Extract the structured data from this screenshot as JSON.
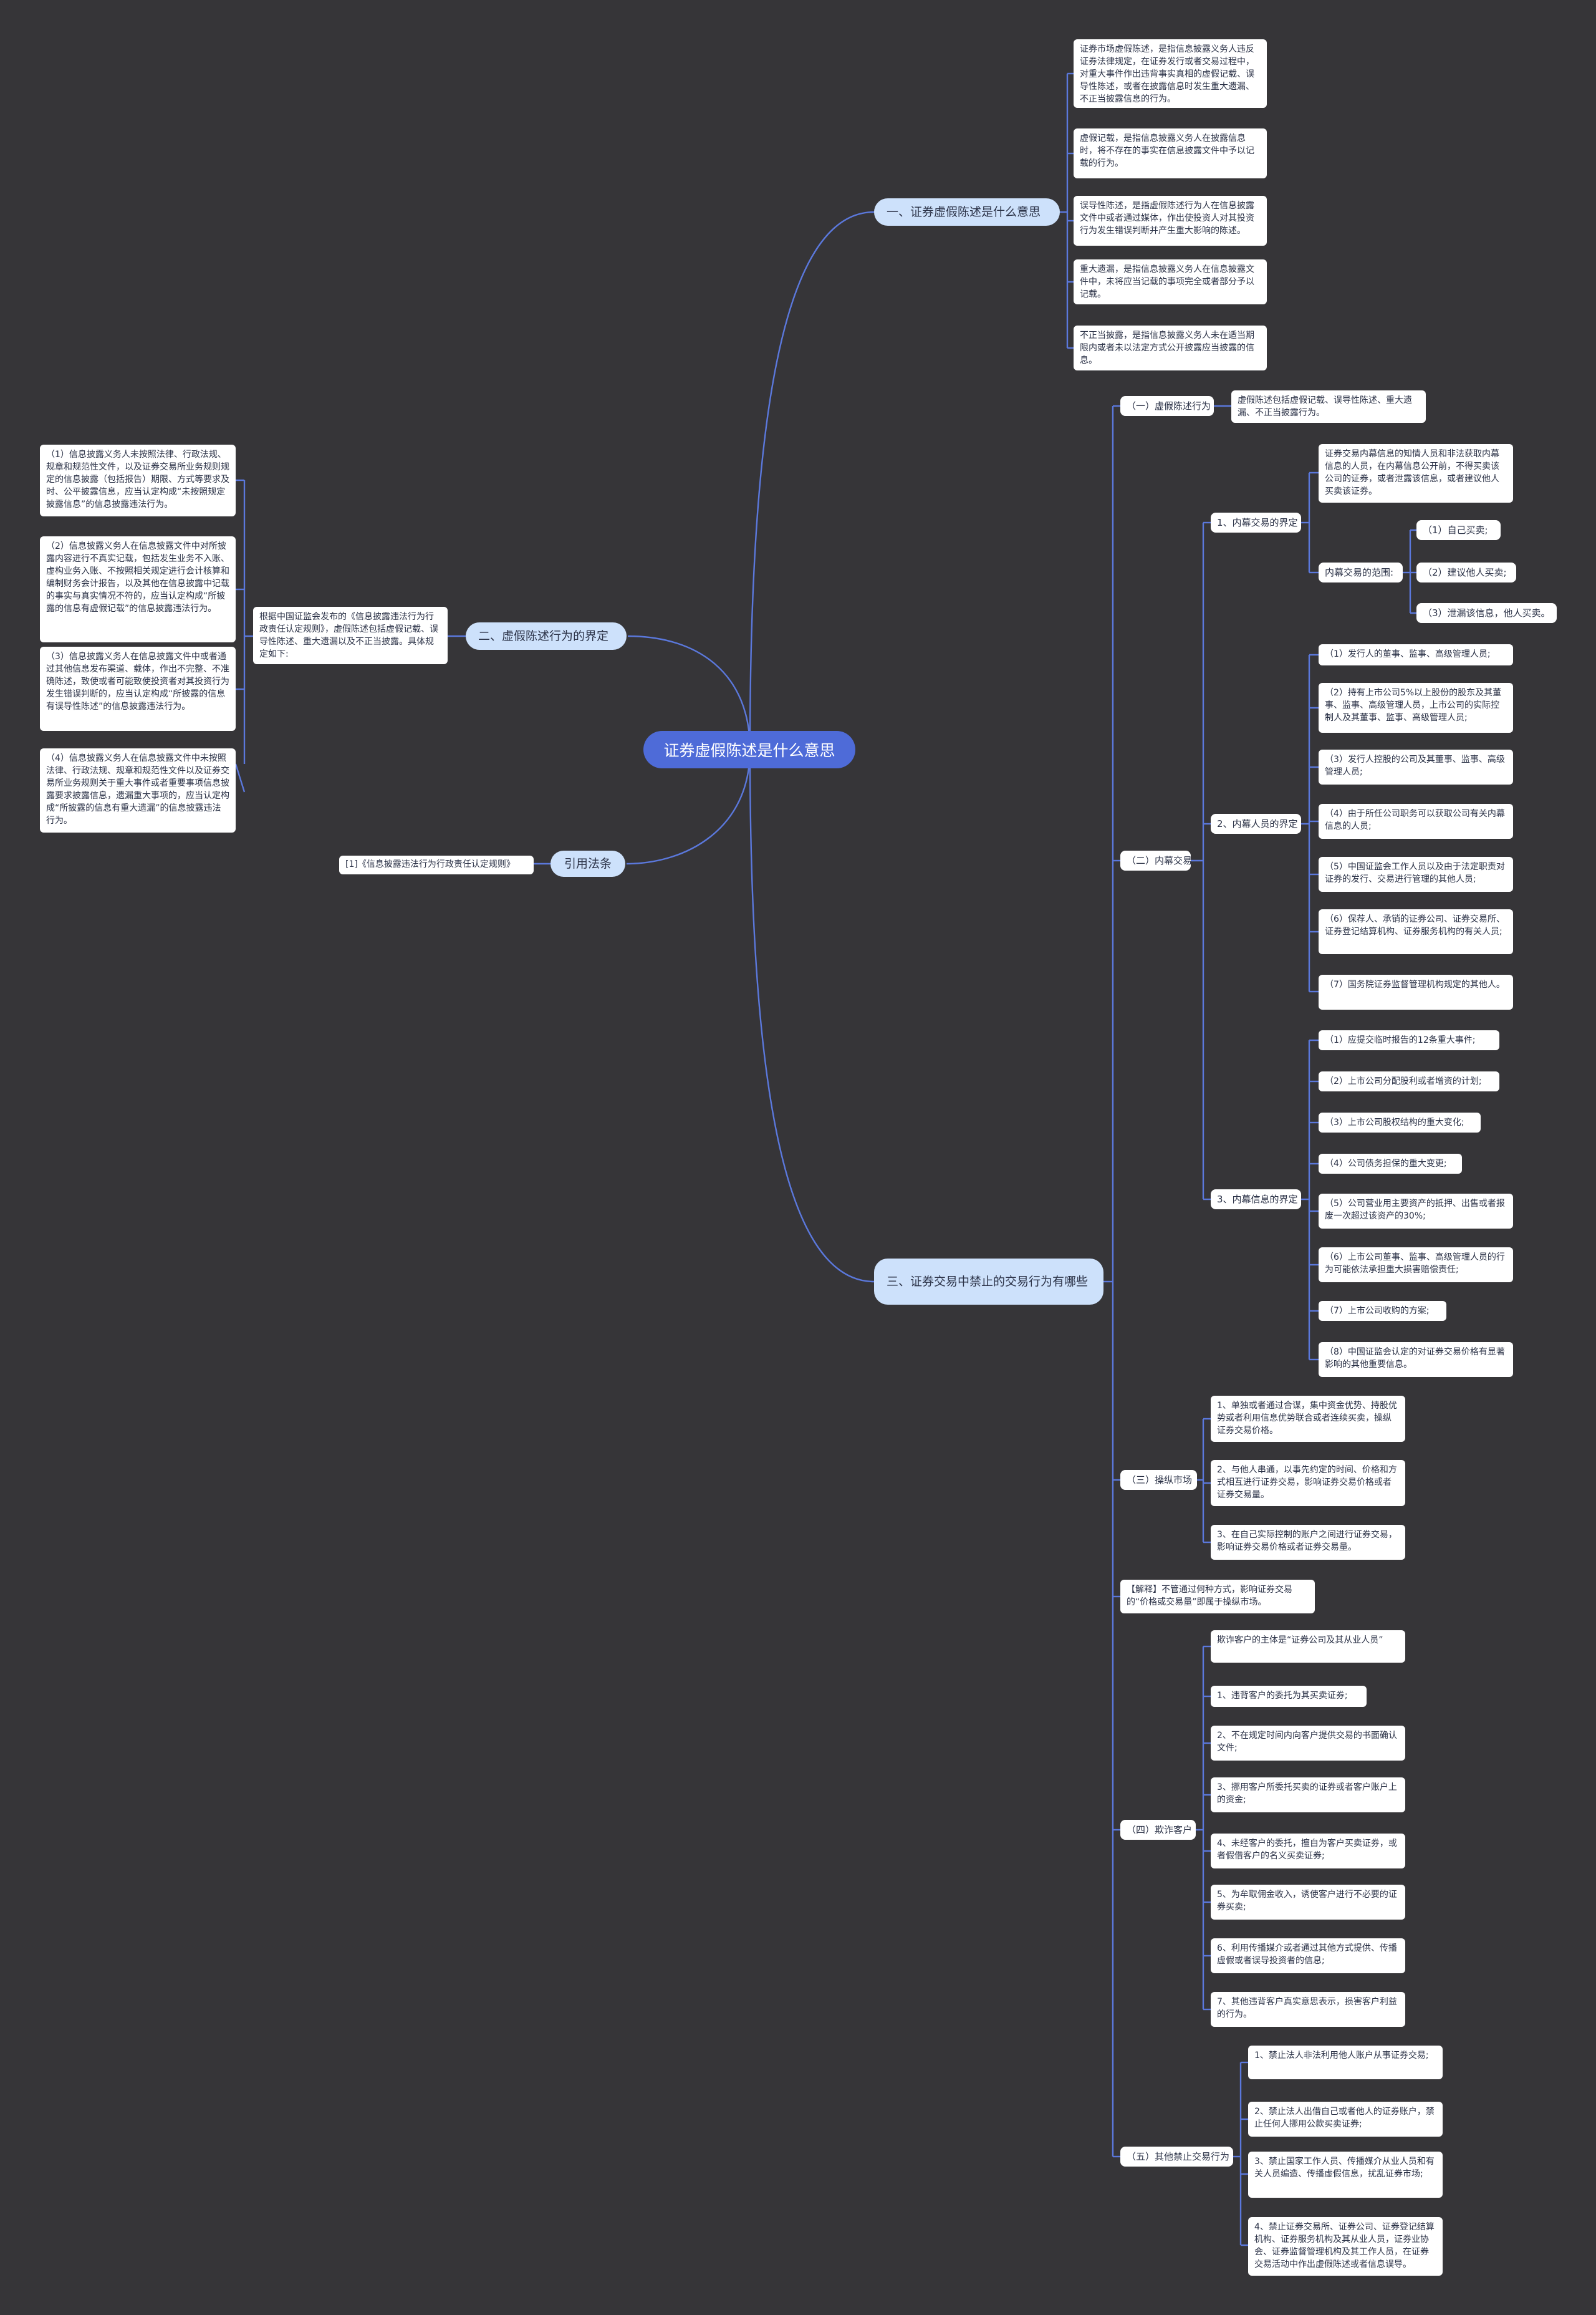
{
  "root": "证券虚假陈述是什么意思",
  "sec1": {
    "title": "一、证券虚假陈述是什么意思",
    "items": [
      "证券市场虚假陈述，是指信息披露义务人违反证券法律规定，在证券发行或者交易过程中，对重大事件作出违背事实真相的虚假记载、误导性陈述，或者在披露信息时发生重大遗漏、不正当披露信息的行为。",
      "虚假记载，是指信息披露义务人在披露信息时，将不存在的事实在信息披露文件中予以记载的行为。",
      "误导性陈述，是指虚假陈述行为人在信息披露文件中或者通过媒体，作出使投资人对其投资行为发生错误判断并产生重大影响的陈述。",
      "重大遗漏，是指信息披露义务人在信息披露文件中，未将应当记载的事项完全或者部分予以记载。",
      "不正当披露，是指信息披露义务人未在适当期限内或者未以法定方式公开披露应当披露的信息。"
    ]
  },
  "sec2": {
    "title": "二、虚假陈述行为的界定",
    "intro": "根据中国证监会发布的《信息披露违法行为行政责任认定规则》，虚假陈述包括虚假记载、误导性陈述、重大遗漏以及不正当披露。具体规定如下:",
    "items": [
      "（1）信息披露义务人未按照法律、行政法规、规章和规范性文件，以及证券交易所业务规则规定的信息披露（包括报告）期限、方式等要求及时、公平披露信息，应当认定构成“未按照规定披露信息”的信息披露违法行为。",
      "（2）信息披露义务人在信息披露文件中对所披露内容进行不真实记载，包括发生业务不入账、虚构业务入账、不按照相关规定进行会计核算和编制财务会计报告，以及其他在信息披露中记载的事实与真实情况不符的，应当认定构成“所披露的信息有虚假记载”的信息披露违法行为。",
      "（3）信息披露义务人在信息披露文件中或者通过其他信息发布渠道、载体，作出不完整、不准确陈述，致使或者可能致使投资者对其投资行为发生错误判断的，应当认定构成“所披露的信息有误导性陈述”的信息披露违法行为。",
      "（4）信息披露义务人在信息披露文件中未按照法律、行政法规、规章和规范性文件以及证券交易所业务规则关于重大事件或者重要事项信息披露要求披露信息，遗漏重大事项的，应当认定构成“所披露的信息有重大遗漏”的信息披露违法行为。"
    ]
  },
  "sec_ref": {
    "title": "引用法条",
    "item": "[1]《信息披露违法行为行政责任认定规则》"
  },
  "sec3": {
    "title": "三、证券交易中禁止的交易行为有哪些",
    "g1": {
      "label": "（一）虚假陈述行为",
      "item": "虚假陈述包括虚假记载、误导性陈述、重大遗漏、不正当披露行为。"
    },
    "g2": {
      "label": "（二）内幕交易",
      "a": {
        "label": "1、内幕交易的界定",
        "def": "证券交易内幕信息的知情人员和非法获取内幕信息的人员，在内幕信息公开前，不得买卖该公司的证券，或者泄露该信息，或者建议他人买卖该证券。",
        "scope": "内幕交易的范围:",
        "scope_items": [
          "（1）自己买卖;",
          "（2）建议他人买卖;",
          "（3）泄漏该信息，他人买卖。"
        ]
      },
      "b": {
        "label": "2、内幕人员的界定",
        "items": [
          "（1）发行人的董事、监事、高级管理人员;",
          "（2）持有上市公司5%以上股份的股东及其董事、监事、高级管理人员，上市公司的实际控制人及其董事、监事、高级管理人员;",
          "（3）发行人控股的公司及其董事、监事、高级管理人员;",
          "（4）由于所任公司职务可以获取公司有关内幕信息的人员;",
          "（5）中国证监会工作人员以及由于法定职责对证券的发行、交易进行管理的其他人员;",
          "（6）保荐人、承销的证券公司、证券交易所、证券登记结算机构、证券服务机构的有关人员;",
          "（7）国务院证券监督管理机构规定的其他人。"
        ]
      },
      "c": {
        "label": "3、内幕信息的界定",
        "items": [
          "（1）应提交临时报告的12条重大事件;",
          "（2）上市公司分配股利或者增资的计划;",
          "（3）上市公司股权结构的重大变化;",
          "（4）公司债务担保的重大变更;",
          "（5）公司营业用主要资产的抵押、出售或者报废一次超过该资产的30%;",
          "（6）上市公司董事、监事、高级管理人员的行为可能依法承担重大损害赔偿责任;",
          "（7）上市公司收购的方案;",
          "（8）中国证监会认定的对证券交易价格有显著影响的其他重要信息。"
        ]
      }
    },
    "g3": {
      "label": "（三）操纵市场",
      "items": [
        "1、单独或者通过合谋，集中资金优势、持股优势或者利用信息优势联合或者连续买卖，操纵证券交易价格。",
        "2、与他人串通，以事先约定的时间、价格和方式相互进行证券交易，影响证券交易价格或者证券交易量。",
        "3、在自己实际控制的账户之间进行证券交易，影响证券交易价格或者证券交易量。"
      ]
    },
    "note": "【解释】不管通过何种方式，影响证券交易的“价格或交易量”即属于操纵市场。",
    "g4": {
      "label": "（四）欺诈客户",
      "items": [
        "欺诈客户的主体是“证券公司及其从业人员”",
        "1、违背客户的委托为其买卖证券;",
        "2、不在规定时间内向客户提供交易的书面确认文件;",
        "3、挪用客户所委托买卖的证券或者客户账户上的资金;",
        "4、未经客户的委托，擅自为客户买卖证券，或者假借客户的名义买卖证券;",
        "5、为牟取佣金收入，诱使客户进行不必要的证券买卖;",
        "6、利用传播媒介或者通过其他方式提供、传播虚假或者误导投资者的信息;",
        "7、其他违背客户真实意思表示，损害客户利益的行为。"
      ]
    },
    "g5": {
      "label": "（五）其他禁止交易行为",
      "items": [
        "1、禁止法人非法利用他人账户从事证券交易;",
        "2、禁止法人出借自己或者他人的证券账户，禁止任何人挪用公款买卖证券;",
        "3、禁止国家工作人员、传播媒介从业人员和有关人员编造、传播虚假信息，扰乱证券市场;",
        "4、禁止证券交易所、证券公司、证券登记结算机构、证券服务机构及其从业人员，证券业协会、证券监督管理机构及其工作人员，在证券交易活动中作出虚假陈述或者信息误导。"
      ]
    }
  },
  "colors": {
    "background": "#363538",
    "root": "#4e6bd8",
    "branch": "#cde1fb",
    "line": "#5b78dc",
    "leaf": "#ffffff"
  }
}
